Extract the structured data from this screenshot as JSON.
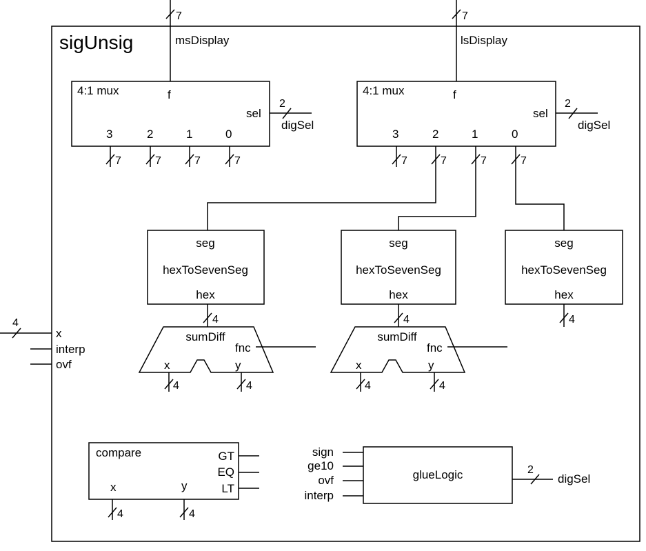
{
  "module": {
    "title": "sigUnsig",
    "outputs": {
      "ms": "msDisplay",
      "ls": "lsDisplay",
      "width": "7"
    },
    "inputs": [
      {
        "name": "x",
        "width": "4"
      },
      {
        "name": "interp"
      },
      {
        "name": "ovf"
      }
    ]
  },
  "mux_left": {
    "label": "4:1 mux",
    "out": "f",
    "sel": "sel",
    "sel_width": "2",
    "sel_net": "digSel",
    "inputs": [
      "3",
      "2",
      "1",
      "0"
    ],
    "in_width": "7"
  },
  "mux_right": {
    "label": "4:1 mux",
    "out": "f",
    "sel": "sel",
    "sel_width": "2",
    "sel_net": "digSel",
    "inputs": [
      "3",
      "2",
      "1",
      "0"
    ],
    "in_width": "7"
  },
  "hex_blocks": [
    {
      "name": "hexToSevenSeg",
      "out": "seg",
      "in": "hex",
      "width": "4"
    },
    {
      "name": "hexToSevenSeg",
      "out": "seg",
      "in": "hex",
      "width": "4"
    },
    {
      "name": "hexToSevenSeg",
      "out": "seg",
      "in": "hex",
      "width": "4"
    }
  ],
  "sumdiff_blocks": [
    {
      "name": "sumDiff",
      "fnc": "fnc",
      "x": "x",
      "y": "y",
      "width": "4"
    },
    {
      "name": "sumDiff",
      "fnc": "fnc",
      "x": "x",
      "y": "y",
      "width": "4"
    }
  ],
  "compare": {
    "name": "compare",
    "outputs": [
      "GT",
      "EQ",
      "LT"
    ],
    "x": "x",
    "y": "y",
    "width": "4"
  },
  "glue": {
    "name": "glueLogic",
    "inputs": [
      "sign",
      "ge10",
      "ovf",
      "interp"
    ],
    "out_width": "2",
    "out_net": "digSel"
  }
}
